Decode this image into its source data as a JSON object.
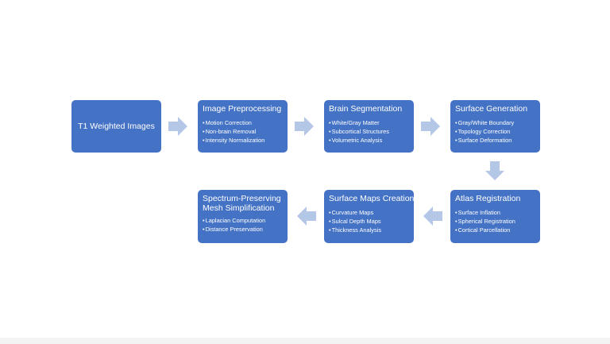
{
  "colors": {
    "box_fill": "#4472c4",
    "arrow_fill": "#b4c7e7",
    "text": "#ffffff",
    "background": "#ffffff"
  },
  "steps": [
    {
      "title": "T1 Weighted Images",
      "items": []
    },
    {
      "title": "Image Preprocessing",
      "items": [
        "Motion Correction",
        "Non-brain Removal",
        "Intensity Normalization"
      ]
    },
    {
      "title": "Brain Segmentation",
      "items": [
        "White/Gray Matter",
        "Subcortical Structures",
        "Volumetric Analysis"
      ]
    },
    {
      "title": "Surface Generation",
      "items": [
        "Gray/White Boundary",
        "Topology Correction",
        "Surface Deformation"
      ]
    },
    {
      "title": "Atlas Registration",
      "items": [
        "Surface Inflation",
        "Spherical Registration",
        "Cortical Parcellation"
      ]
    },
    {
      "title": "Surface Maps Creation",
      "items": [
        "Curvature Maps",
        "Sulcal Depth Maps",
        "Thickness Analysis"
      ]
    },
    {
      "title": "Spectrum-Preserving Mesh Simplification",
      "items": [
        "Laplacian Computation",
        "Distance Preservation"
      ]
    }
  ],
  "arrows": [
    {
      "from": 0,
      "to": 1,
      "direction": "right"
    },
    {
      "from": 1,
      "to": 2,
      "direction": "right"
    },
    {
      "from": 2,
      "to": 3,
      "direction": "right"
    },
    {
      "from": 3,
      "to": 4,
      "direction": "down"
    },
    {
      "from": 4,
      "to": 5,
      "direction": "left"
    },
    {
      "from": 5,
      "to": 6,
      "direction": "left"
    }
  ]
}
